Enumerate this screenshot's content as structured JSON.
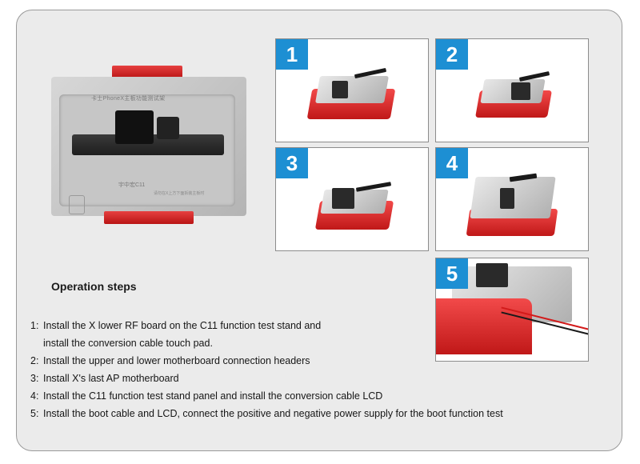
{
  "fixture": {
    "brand_text": "卡士PhoneX主板功能测试架",
    "model_text": "宇中宏C11",
    "note_text": "请勿在X上方下面拆装主板时"
  },
  "steps_panel": {
    "heading": "Operation steps",
    "steps": [
      {
        "num": "1:",
        "text": "Install the X lower RF board on the C11 function test stand and",
        "cont": "install the conversion cable touch pad."
      },
      {
        "num": "2:",
        "text": "Install the upper and lower motherboard connection headers"
      },
      {
        "num": "3:",
        "text": "Install X's last AP motherboard"
      },
      {
        "num": "4:",
        "text": "Install the C11 function test stand panel and install the conversion cable LCD"
      },
      {
        "num": "5:",
        "text": "Install the boot cable and LCD, connect the positive and negative power supply for the boot function test"
      }
    ]
  },
  "thumbnails": [
    {
      "label": "1"
    },
    {
      "label": "2"
    },
    {
      "label": "3"
    },
    {
      "label": "4"
    },
    {
      "label": "5"
    }
  ],
  "colors": {
    "panel_bg": "#ebebeb",
    "badge_blue": "#1d8fd3",
    "fixture_red": "#d42828"
  }
}
